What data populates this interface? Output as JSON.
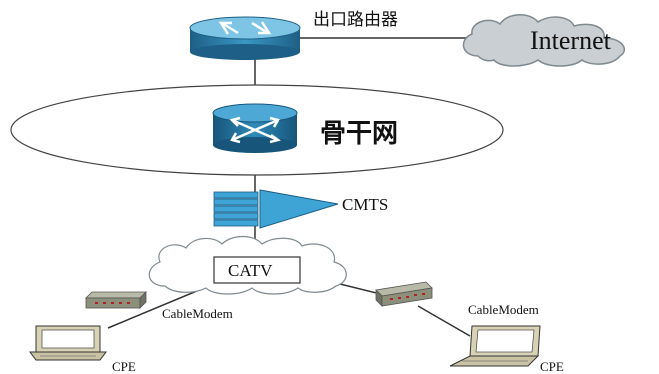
{
  "nodes": {
    "exit_router": {
      "label": "出口路由器"
    },
    "internet": {
      "label": "Internet"
    },
    "backbone": {
      "label": "骨干网"
    },
    "cmts": {
      "label": "CMTS"
    },
    "catv": {
      "label": "CATV"
    },
    "cable_modem_left": {
      "label": "CableModem"
    },
    "cable_modem_right": {
      "label": "CableModem"
    },
    "cpe_left": {
      "label": "CPE"
    },
    "cpe_right": {
      "label": "CPE"
    }
  },
  "colors": {
    "router_blue": "#2a7fa8",
    "router_top": "#7ec4e4",
    "cloud_fill": "#cfd6da",
    "cloud_line": "#7f8a90",
    "cmts_blue": "#3ea4d6",
    "modem": "#8c8f7a",
    "cpe_beige": "#d8d2b4",
    "line": "#333333"
  }
}
